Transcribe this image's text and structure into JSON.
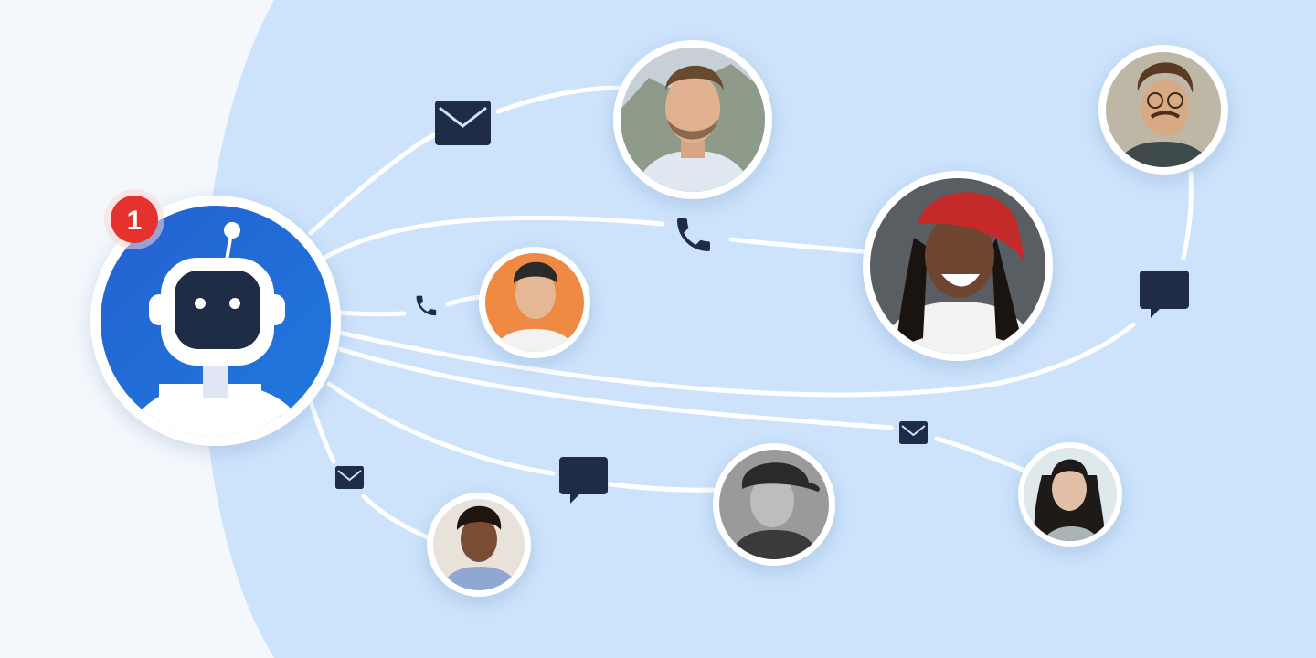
{
  "notification": {
    "count": "1"
  },
  "colors": {
    "panel_bg": "#cde3fc",
    "left_bg": "#f4f8fd",
    "line": "#ffffff",
    "icon": "#1e2d45",
    "badge": "#e5322f",
    "bot_blue": "#1f63d6"
  },
  "bot": {
    "icon": "robot-icon"
  },
  "contacts": [
    {
      "name": "contact-man-beard",
      "icon": "person-photo"
    },
    {
      "name": "contact-man-curly-glasses",
      "icon": "person-photo"
    },
    {
      "name": "contact-woman-red-hat",
      "icon": "person-photo"
    },
    {
      "name": "contact-man-beanie",
      "icon": "person-photo"
    },
    {
      "name": "contact-woman-braids",
      "icon": "person-photo"
    },
    {
      "name": "contact-man-cap",
      "icon": "person-photo"
    },
    {
      "name": "contact-woman-long-hair",
      "icon": "person-photo"
    }
  ],
  "channels": [
    {
      "name": "email-icon",
      "type": "email"
    },
    {
      "name": "phone-icon",
      "type": "phone"
    },
    {
      "name": "phone-icon",
      "type": "phone"
    },
    {
      "name": "chat-icon",
      "type": "chat"
    },
    {
      "name": "email-icon",
      "type": "email"
    },
    {
      "name": "chat-icon",
      "type": "chat"
    },
    {
      "name": "email-icon",
      "type": "email"
    }
  ]
}
